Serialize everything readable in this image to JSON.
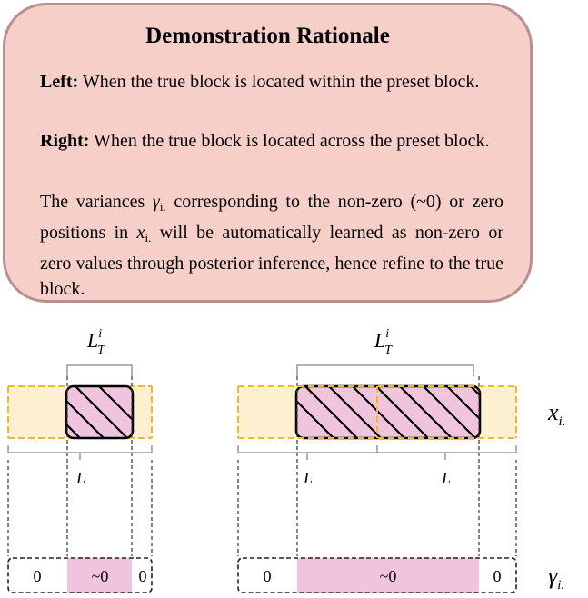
{
  "rationale": {
    "title": "Demonstration Rationale",
    "left_heading": "Left:",
    "left_text": "When the true block is located within the preset block.",
    "right_heading": "Right:",
    "right_text": "When the true block is located across the preset block.",
    "summary_part1": "The variances ",
    "gamma_symbol": "γ",
    "gamma_sub": "i.",
    "summary_part2": " corresponding to the non-zero (~0) or zero  positions in ",
    "x_symbol": "x",
    "x_sub": "i.",
    "summary_part3": " will be automatically learned as non-zero or zero values through posterior inference, hence refine to the true block."
  },
  "diagram": {
    "left": {
      "brace_label_main": "L",
      "brace_label_sup": "i",
      "brace_label_sub": "T",
      "block_label": "L",
      "gamma_values": [
        "0",
        "~0",
        "0"
      ]
    },
    "right": {
      "brace_label_main": "L",
      "brace_label_sup": "i",
      "brace_label_sub": "T",
      "block_labels": [
        "L",
        "L"
      ],
      "gamma_values": [
        "0",
        "~0",
        "0"
      ]
    },
    "row_labels": {
      "x_main": "x",
      "x_sub": "i.",
      "gamma_main": "γ",
      "gamma_sub": "i."
    },
    "colors": {
      "preset_fill": "#fdf0d0",
      "preset_border": "#f5b731",
      "true_fill": "#f0c4dc",
      "box_fill": "#f6cfc8",
      "box_border": "#b89090"
    }
  }
}
